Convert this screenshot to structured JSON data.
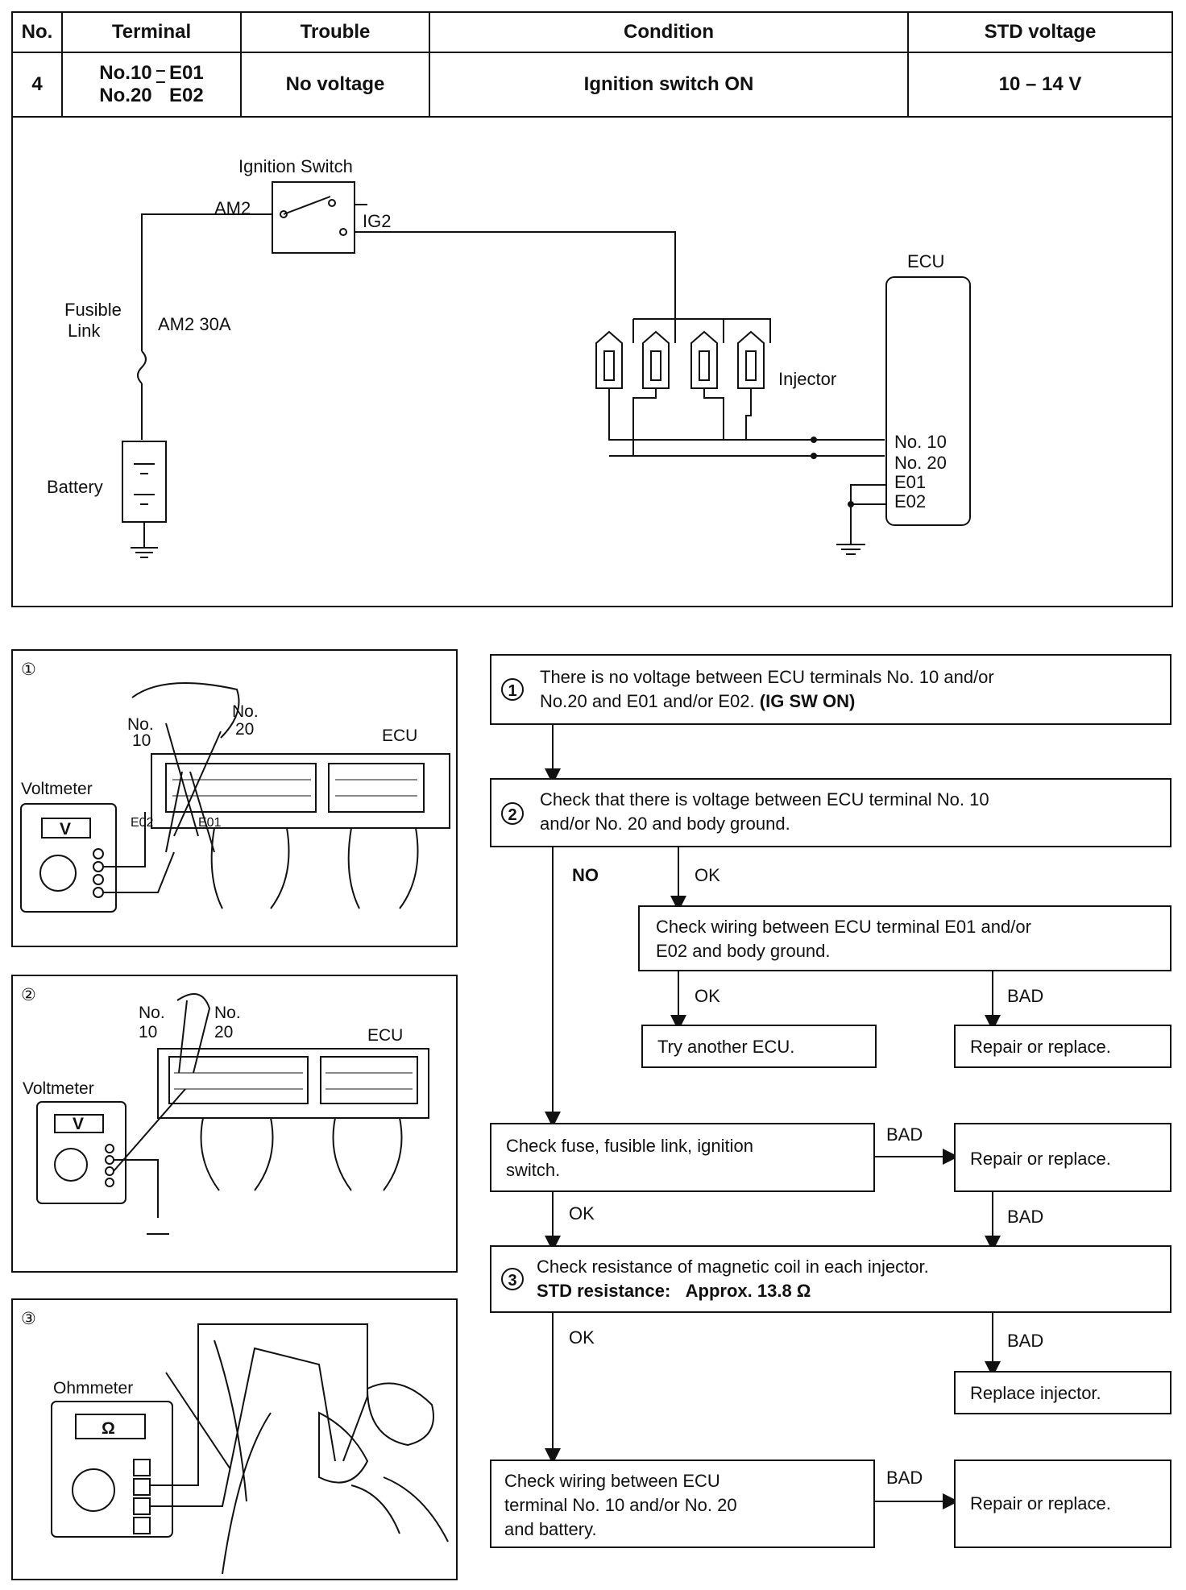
{
  "header": {
    "col_no": "No.",
    "col_terminal": "Terminal",
    "col_trouble": "Trouble",
    "col_condition": "Condition",
    "col_std": "STD voltage",
    "row_no": "4",
    "row_terminal_1": "No.10",
    "row_terminal_1b": "E01",
    "row_terminal_2": "No.20",
    "row_terminal_2b": "E02",
    "row_trouble": "No voltage",
    "row_condition": "Ignition switch ON",
    "row_std": "10 – 14 V"
  },
  "wiring": {
    "ignition_switch": "Ignition Switch",
    "am2": "AM2",
    "ig2": "IG2",
    "ecu": "ECU",
    "fusible_link": "Fusible\nLink",
    "fusible_link_1": "Fusible",
    "fusible_link_2": "Link",
    "am2_30a": "AM2 30A",
    "injector": "Injector",
    "no10": "No. 10",
    "no20": "No. 20",
    "e01": "E01",
    "e02": "E02",
    "battery": "Battery"
  },
  "panels": {
    "p1_num": "①",
    "p1_no": "No.",
    "p1_10": "10",
    "p1_no2": "No.",
    "p1_20": "20",
    "p1_ecu": "ECU",
    "p1_voltmeter": "Voltmeter",
    "p1_v": "V",
    "p1_e02": "E02",
    "p1_e01": "E01",
    "p2_num": "②",
    "p2_no": "No.",
    "p2_10": "10",
    "p2_no2": "No.",
    "p2_20": "20",
    "p2_ecu": "ECU",
    "p2_voltmeter": "Voltmeter",
    "p2_v": "V",
    "p3_num": "③",
    "p3_ohmmeter": "Ohmmeter",
    "p3_omega": "Ω"
  },
  "flow": {
    "s1_num": "1",
    "s1_line1": "There is no voltage between ECU terminals No. 10 and/or",
    "s1_line2": "No.20 and E01 and/or E02.",
    "s1_line2b": "(IG SW ON)",
    "s2_num": "2",
    "s2_line1": "Check that there is voltage between ECU terminal No. 10",
    "s2_line2": "and/or No. 20 and body ground.",
    "no": "NO",
    "ok1": "OK",
    "s2a_line1": "Check wiring between ECU terminal E01 and/or",
    "s2a_line2": "E02 and body ground.",
    "ok2": "OK",
    "bad1": "BAD",
    "try_ecu": "Try another ECU.",
    "repair1": "Repair or replace.",
    "fuse_line1": "Check fuse, fusible link, ignition",
    "fuse_line2": "switch.",
    "bad2": "BAD",
    "repair2": "Repair or replace.",
    "ok3": "OK",
    "bad3": "BAD",
    "s3_num": "3",
    "s3_line1": "Check resistance of magnetic coil in each injector.",
    "s3_line2a": "STD resistance:",
    "s3_line2b": "Approx. 13.8 Ω",
    "ok4": "OK",
    "bad4": "BAD",
    "replace_inj": "Replace injector.",
    "wire_line1": "Check wiring between ECU",
    "wire_line2": "terminal No. 10 and/or No. 20",
    "wire_line3": "and battery.",
    "bad5": "BAD",
    "repair3": "Repair or replace."
  }
}
